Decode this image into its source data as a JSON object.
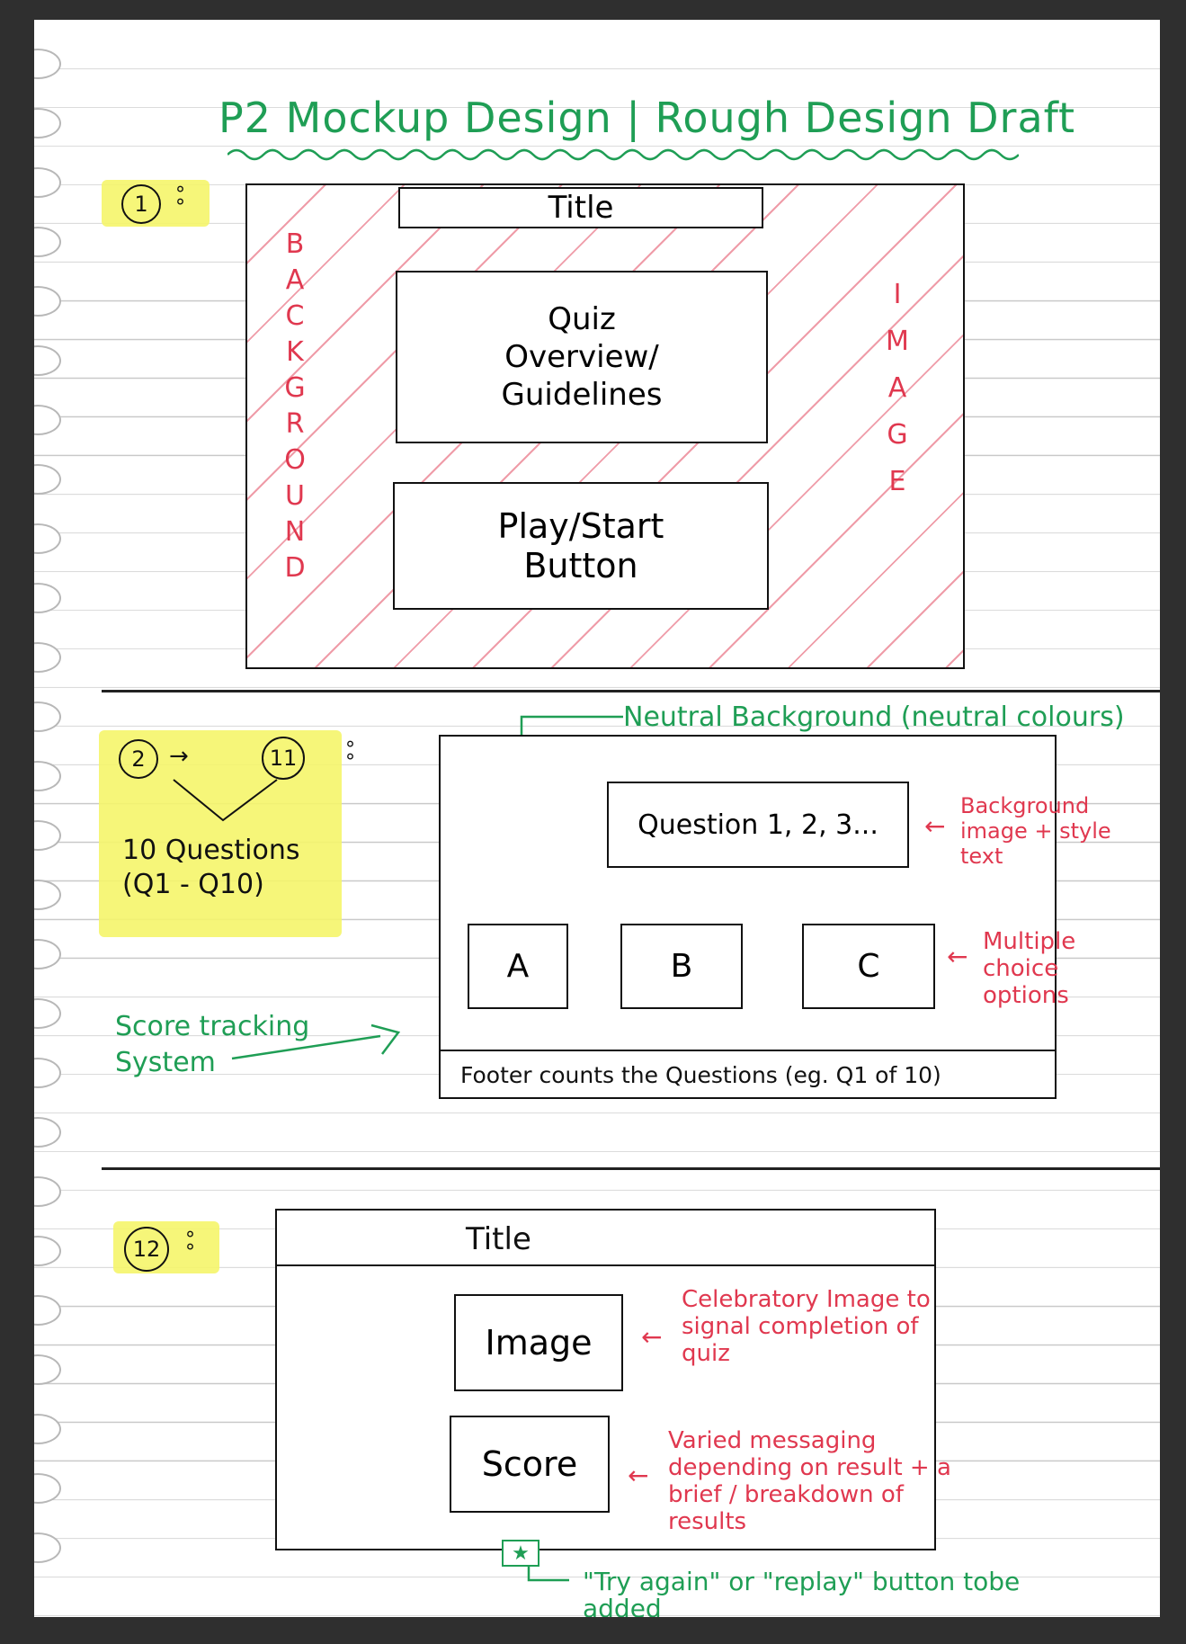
{
  "heading": "P2 Mockup Design | Rough Design Draft",
  "section1": {
    "number": "1",
    "title_box": "Title",
    "overview_box": "Quiz Overview/ Guidelines",
    "play_box": "Play/Start Button",
    "background_letters": [
      "B",
      "A",
      "C",
      "K",
      "G",
      "R",
      "O",
      "U",
      "N",
      "D"
    ],
    "image_letters": [
      "I",
      "M",
      "A",
      "G",
      "E"
    ]
  },
  "section2": {
    "from_number": "2",
    "to_number": "11",
    "questions_note": "10 Questions (Q1 - Q10)",
    "neutral_note": "Neutral Background (neutral colours)",
    "question_box": "Question 1, 2, 3...",
    "question_note": "Background image + style text",
    "options": [
      "A",
      "B",
      "C"
    ],
    "options_note": "Multiple choice options",
    "score_note": "Score tracking System",
    "footer_text": "Footer counts the Questions (eg. Q1 of 10)"
  },
  "section3": {
    "number": "12",
    "title_box": "Title",
    "image_box": "Image",
    "image_note": "Celebratory Image to signal completion of quiz",
    "score_box": "Score",
    "score_note": "Varied messaging depending on result + a brief / breakdown of results",
    "star": "★",
    "button_note": "\"Try again\" or \"replay\" button tobe added"
  },
  "colors": {
    "green": "#1f9e55",
    "red": "#e0384f",
    "highlight": "#f5f56a"
  }
}
